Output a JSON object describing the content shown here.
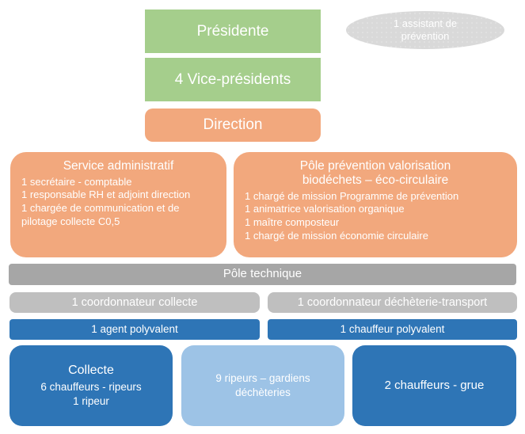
{
  "colors": {
    "green": "#A5CE8C",
    "orange": "#F2A87D",
    "gray_dark": "#A6A6A6",
    "gray_light": "#BFBFBF",
    "gray_ellipse": "#D9D9D9",
    "blue_dark": "#2E75B6",
    "blue_light": "#9DC3E6",
    "text": "#FFFFFF",
    "background": "#FFFFFF"
  },
  "org": {
    "presidente": {
      "label": "Présidente"
    },
    "assistant_prevention": {
      "label": "1 assistant de prévention"
    },
    "vice_presidents": {
      "label": "4 Vice-présidents"
    },
    "direction": {
      "label": "Direction"
    },
    "service_administratif": {
      "title": "Service administratif",
      "lines": [
        "1 secrétaire - comptable",
        "1 responsable RH et adjoint direction",
        "1 chargée de communication et de pilotage collecte C0,5"
      ]
    },
    "pole_prevention": {
      "title": "Pôle prévention valorisation biodéchets – éco-circulaire",
      "lines": [
        "1 chargé de mission Programme de prévention",
        "1 animatrice valorisation organique",
        "1 maître composteur",
        "1 chargé de mission économie circulaire"
      ]
    },
    "pole_technique": {
      "label": "Pôle technique"
    },
    "coordonnateur_collecte": {
      "label": "1 coordonnateur collecte"
    },
    "coordonnateur_dechetterie": {
      "label": "1 coordonnateur déchèterie-transport"
    },
    "agent_polyvalent": {
      "label": "1 agent polyvalent"
    },
    "chauffeur_polyvalent": {
      "label": "1 chauffeur polyvalent"
    },
    "collecte": {
      "title": "Collecte",
      "lines": [
        "6 chauffeurs - ripeurs",
        "1 ripeur"
      ]
    },
    "ripeurs_gardiens": {
      "label": "9 ripeurs – gardiens déchèteries"
    },
    "chauffeurs_grue": {
      "label": "2 chauffeurs - grue"
    }
  }
}
